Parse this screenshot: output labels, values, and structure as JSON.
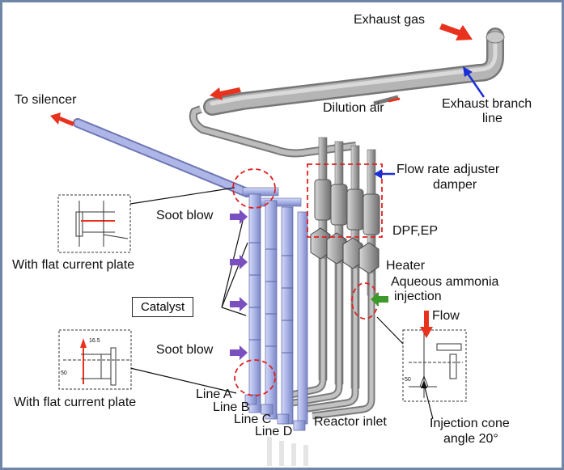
{
  "labels": {
    "exhaust_gas": "Exhaust gas",
    "to_silencer": "To silencer",
    "dilution_air": "Dilution air",
    "exhaust_branch": "Exhaust branch",
    "exhaust_branch_2": "line",
    "flow_rate_1": "Flow rate adjuster",
    "flow_rate_2": "damper",
    "dpf_ep": "DPF,EP",
    "heater": "Heater",
    "aqueous_1": "Aqueous ammonia",
    "aqueous_2": "injection",
    "flow": "Flow",
    "soot_blow_top": "Soot blow",
    "soot_blow_bottom": "Soot blow",
    "catalyst": "Catalyst",
    "flat_plate_top": "With flat current plate",
    "flat_plate_bottom": "With flat current plate",
    "line_a": "Line A",
    "line_b": "Line B",
    "line_c": "Line C",
    "line_d": "Line D",
    "reactor_inlet": "Reactor inlet",
    "cone_1": "Injection cone",
    "cone_2": "angle 20°",
    "inset_dim_1": "16.5",
    "inset_dim_2": "50",
    "inset_dim_3": "50"
  },
  "colors": {
    "frame": "#6f86a8",
    "pipe_gray": "#a9a9a9",
    "pipe_blue": "#a9b3e6",
    "arrow_red": "#e8321e",
    "arrow_blue": "#1a2fd6",
    "arrow_purple": "#7a4fbf",
    "arrow_green": "#3d9a2a",
    "dash_red": "#e02020"
  }
}
